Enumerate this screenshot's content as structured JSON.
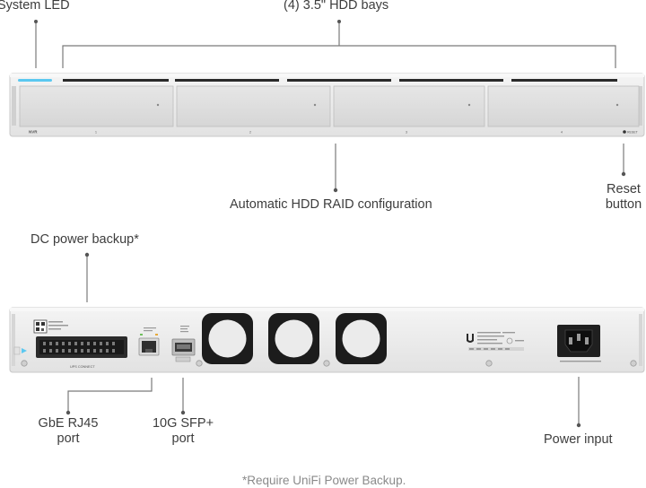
{
  "callouts": {
    "system_led": "System LED",
    "hdd_bays": "(4) 3.5\" HDD bays",
    "raid": "Automatic HDD RAID configuration",
    "reset_line1": "Reset",
    "reset_line2": "button",
    "dc_power": "DC power backup*",
    "rj45_line1": "GbE RJ45",
    "rj45_line2": "port",
    "sfp_line1": "10G SFP+",
    "sfp_line2": "port",
    "power_input": "Power input"
  },
  "footnote": "*Require UniFi Power Backup.",
  "front_panel": {
    "model_mark": "NVR",
    "bay_numbers": [
      "1",
      "2",
      "3",
      "4"
    ],
    "reset_mark": "RESET",
    "led_color": "#5bc8f0"
  },
  "rear_panel": {
    "connector_label": "UPS CONNECT"
  },
  "colors": {
    "chassis": "#ebebeb",
    "bay": "#dcdcdc",
    "fan": "#1c1c1c",
    "leader": "#7a7a7a"
  }
}
